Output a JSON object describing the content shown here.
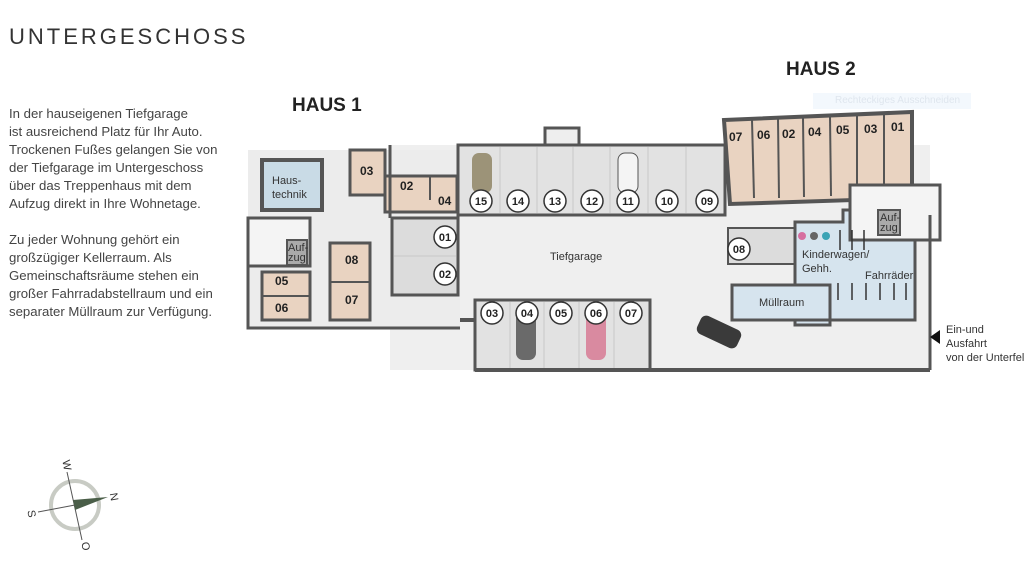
{
  "title": "UNTERGESCHOSS",
  "description": {
    "paragraph1": [
      "In der hauseigenen Tiefgarage",
      "ist ausreichend Platz für Ihr Auto.",
      "Trockenen Fußes gelangen Sie von",
      "der Tiefgarage im Untergeschoss",
      "über das Treppenhaus mit dem",
      "Aufzug direkt in Ihre Wohnetage."
    ],
    "paragraph2": [
      "Zu jeder Wohnung gehört ein",
      "großzügiger Kellerraum. Als",
      "Gemeinschaftsräume stehen ein",
      "großer Fahrradabstellraum und ein",
      "separater Müllraum zur Verfügung."
    ]
  },
  "tooltip": "Rechteckiges Ausschneiden",
  "plan": {
    "haus1": "HAUS 1",
    "haus2": "HAUS 2",
    "haustechnik": [
      "Haus-",
      "technik"
    ],
    "aufzug": [
      "Auf-",
      "zug"
    ],
    "tiefgarage": "Tiefgarage",
    "kinderwagen": [
      "Kinderwagen/",
      "Gehh."
    ],
    "fahrraeder": "Fahrräder",
    "muellraum": "Müllraum",
    "einfahrt": [
      "Ein-und",
      "Ausfahrt",
      "von der Unterfeld"
    ],
    "haus1_keller": [
      "03",
      "02",
      "04",
      "08",
      "05",
      "07",
      "06"
    ],
    "haus2_keller": [
      "07",
      "06",
      "02",
      "04",
      "05",
      "03",
      "01"
    ],
    "parking_top": [
      "15",
      "14",
      "13",
      "12",
      "11",
      "10",
      "09"
    ],
    "parking_bottom": [
      "03",
      "04",
      "05",
      "06",
      "07"
    ],
    "parking_haus1": [
      "01",
      "02"
    ],
    "parking_haus2": "08"
  },
  "compass": {
    "n": "N",
    "s": "S",
    "w": "W",
    "o": "O"
  },
  "colors": {
    "keller": "#e9d3c1",
    "technik": "#c9dbe6",
    "bike": "#d6e4ee",
    "floor": "#efefef",
    "wall": "#505050",
    "compass_needle": "#4a5e48"
  }
}
